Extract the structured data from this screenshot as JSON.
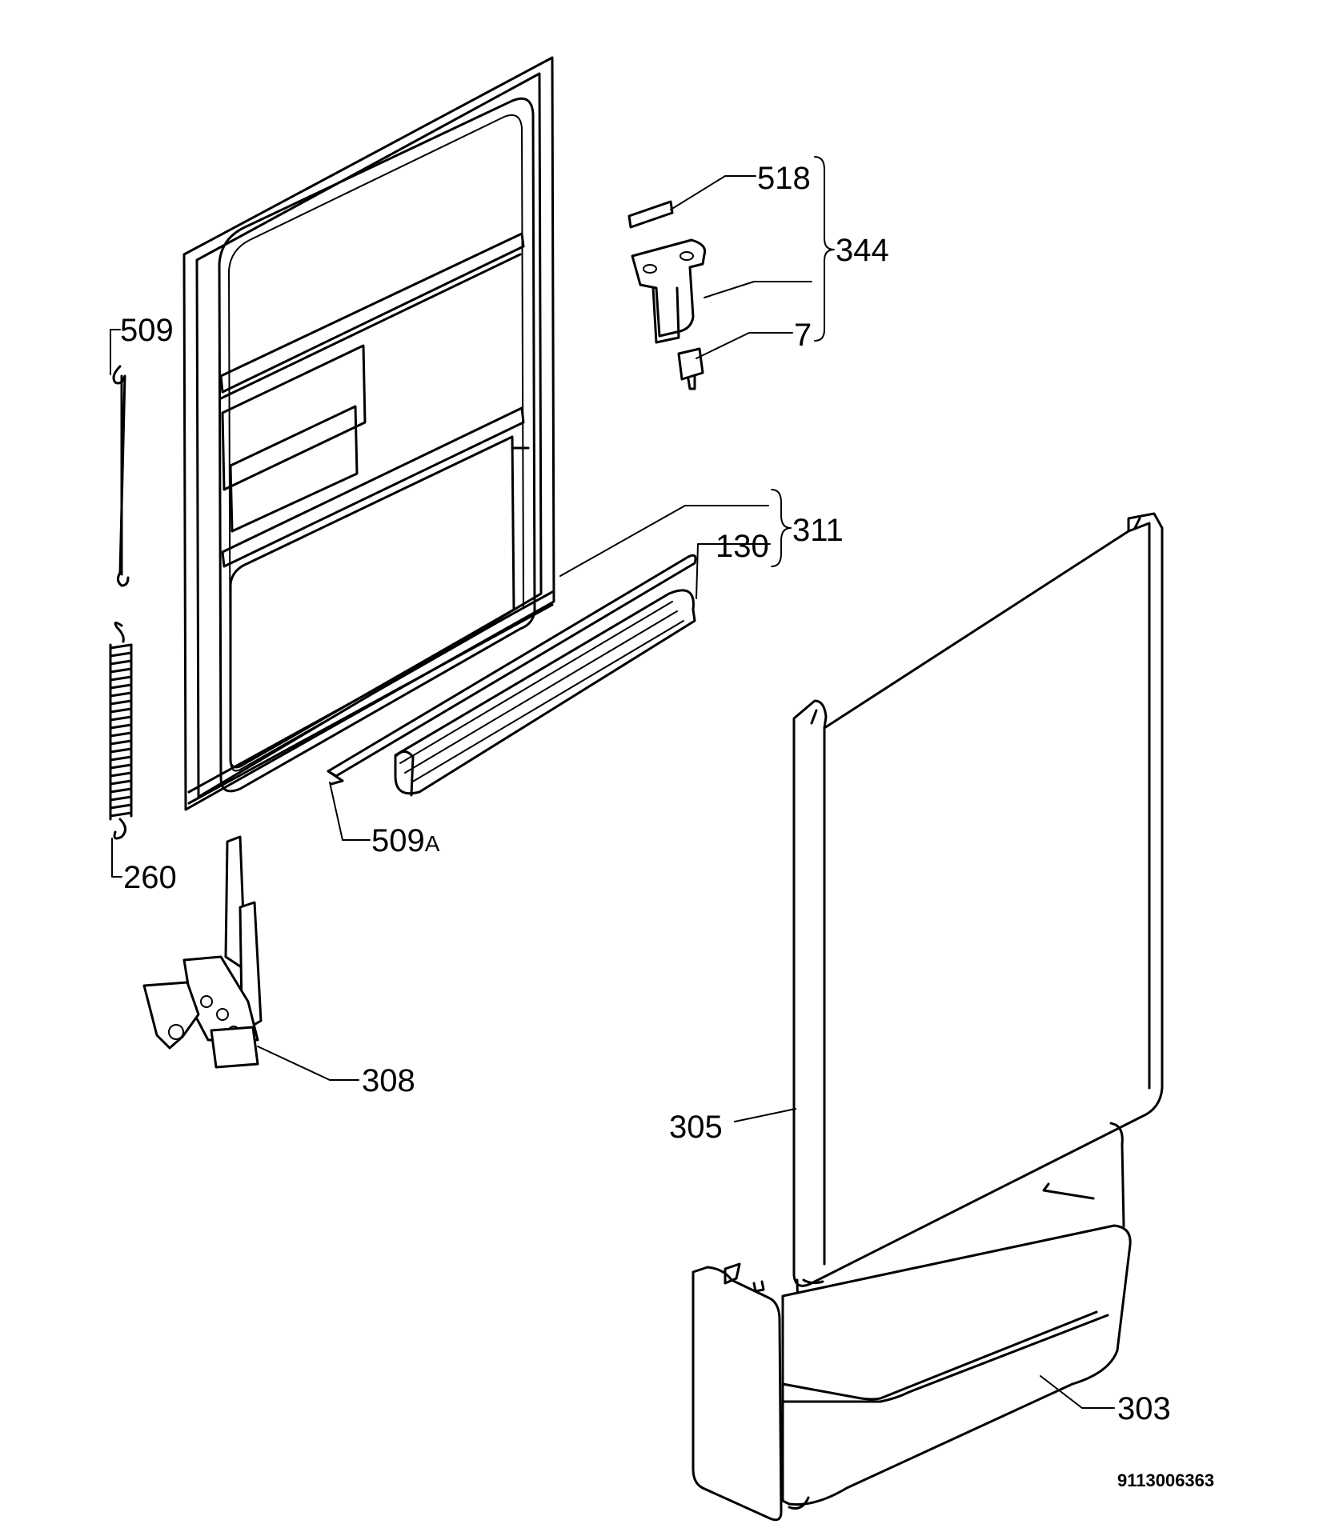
{
  "labels": {
    "p518": "518",
    "p344": "344",
    "p7": "7",
    "p509": "509",
    "p311": "311",
    "p130": "130",
    "p509a_num": "509",
    "p509a_suffix": "A",
    "p260": "260",
    "p308": "308",
    "p305": "305",
    "p303": "303"
  },
  "drawing_number": "9113006363"
}
